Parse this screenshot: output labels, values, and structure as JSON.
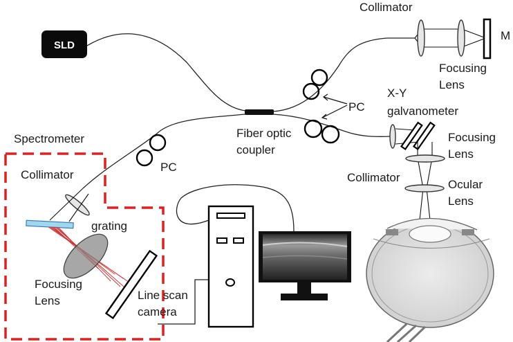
{
  "labels": {
    "sld": "SLD",
    "collimator_top": "Collimator",
    "mirror": "M",
    "focusing_lens_ref_line1": "Focusing",
    "focusing_lens_ref_line2": "Lens",
    "pc_right": "PC",
    "galvo_line1": "X-Y",
    "galvo_line2": "galvanometer",
    "focusing_lens_sample_line1": "Focusing",
    "focusing_lens_sample_line2": "Lens",
    "collimator_sample": "Collimator",
    "ocular_lens_line1": "Ocular",
    "ocular_lens_line2": "Lens",
    "coupler_line1": "Fiber optic",
    "coupler_line2": "coupler",
    "spectrometer": "Spectrometer",
    "pc_left": "PC",
    "collimator_spectrometer": "Collimator",
    "grating": "grating",
    "focusing_lens_spec_line1": "Focusing",
    "focusing_lens_spec_line2": "Lens",
    "camera_line1": "Line scan",
    "camera_line2": "camera"
  },
  "colors": {
    "spectrometer_box": "#e02020",
    "grating": "#9fd7f0",
    "dispersed_rays": "#d23030",
    "monitor_image": "#555555"
  }
}
